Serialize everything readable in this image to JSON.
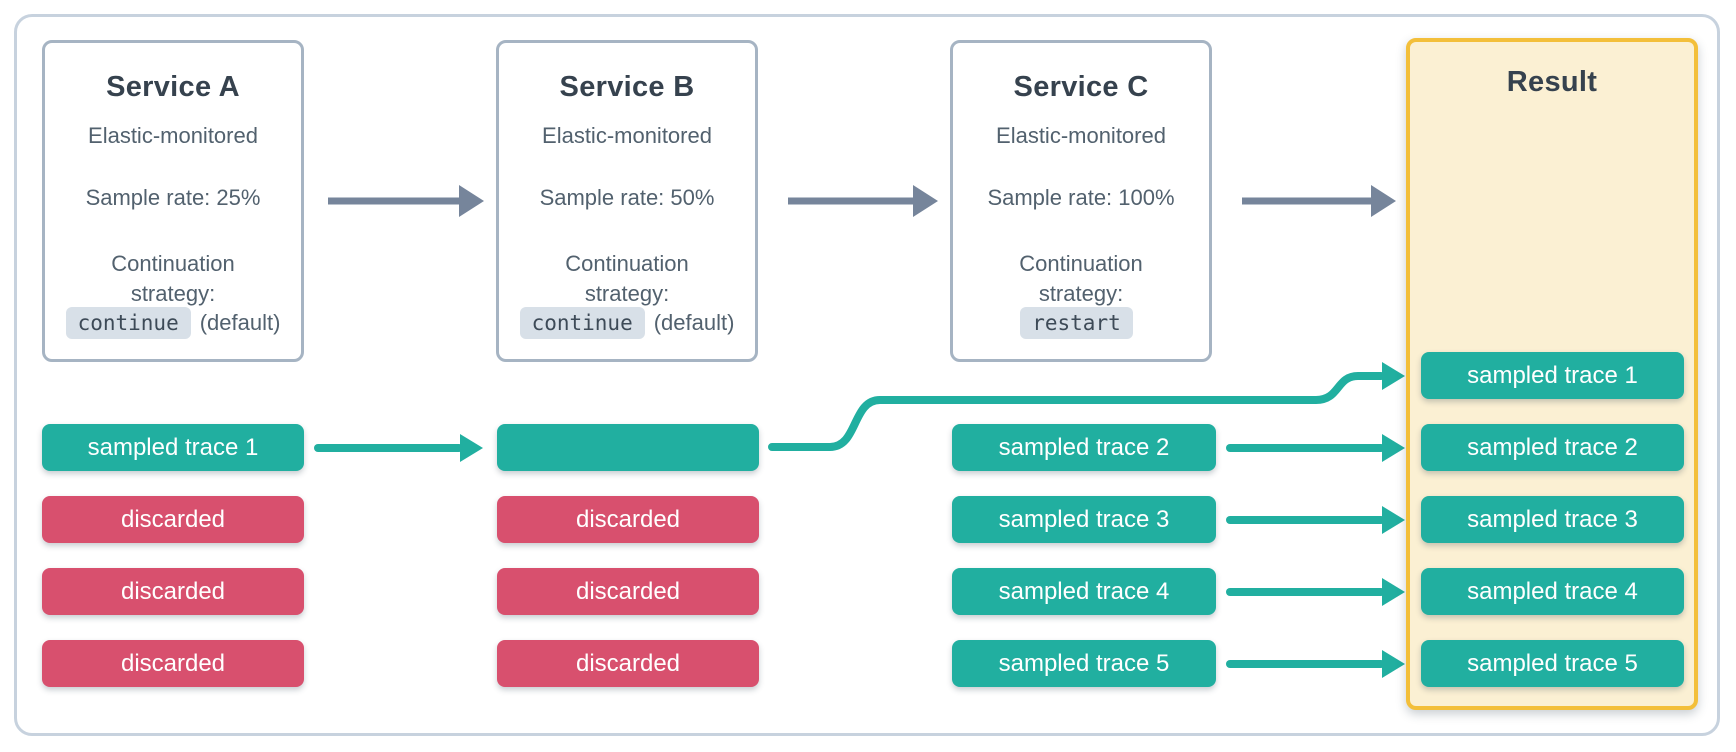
{
  "colors": {
    "teal": "#21AFA0",
    "red": "#D8506E",
    "title_dark": "#36424E",
    "body_gray": "#52616E",
    "arrow_gray": "#76859B",
    "service_border": "#A6B4C3",
    "outer_border": "#C7D2DE",
    "chip_bg": "#D8E0E8",
    "chip_text": "#3D4A57",
    "result_border": "#F3BF3A",
    "result_bg": "#FBF0D3",
    "trace_text": "#FFFFFF"
  },
  "services": [
    {
      "title": "Service A",
      "monitoring": "Elastic-monitored",
      "sample_rate": "Sample rate: 25%",
      "strategy_label": "Continuation strategy:",
      "strategy_value": "continue",
      "strategy_suffix": "(default)"
    },
    {
      "title": "Service B",
      "monitoring": "Elastic-monitored",
      "sample_rate": "Sample rate: 50%",
      "strategy_label": "Continuation strategy:",
      "strategy_value": "continue",
      "strategy_suffix": "(default)"
    },
    {
      "title": "Service C",
      "monitoring": "Elastic-monitored",
      "sample_rate": "Sample rate: 100%",
      "strategy_label": "Continuation strategy:",
      "strategy_value": "restart",
      "strategy_suffix": ""
    }
  ],
  "columns": [
    {
      "rows": [
        {
          "label": "sampled trace 1",
          "type": "sampled"
        },
        {
          "label": "discarded",
          "type": "discarded"
        },
        {
          "label": "discarded",
          "type": "discarded"
        },
        {
          "label": "discarded",
          "type": "discarded"
        }
      ]
    },
    {
      "rows": [
        {
          "label": "",
          "type": "sampled"
        },
        {
          "label": "discarded",
          "type": "discarded"
        },
        {
          "label": "discarded",
          "type": "discarded"
        },
        {
          "label": "discarded",
          "type": "discarded"
        }
      ]
    },
    {
      "rows": [
        {
          "label": "sampled trace 2",
          "type": "sampled"
        },
        {
          "label": "sampled trace 3",
          "type": "sampled"
        },
        {
          "label": "sampled trace 4",
          "type": "sampled"
        },
        {
          "label": "sampled trace 5",
          "type": "sampled"
        }
      ]
    }
  ],
  "result": {
    "title": "Result",
    "rows": [
      "sampled trace 1",
      "sampled trace 2",
      "sampled trace 3",
      "sampled trace 4",
      "sampled trace 5"
    ]
  }
}
